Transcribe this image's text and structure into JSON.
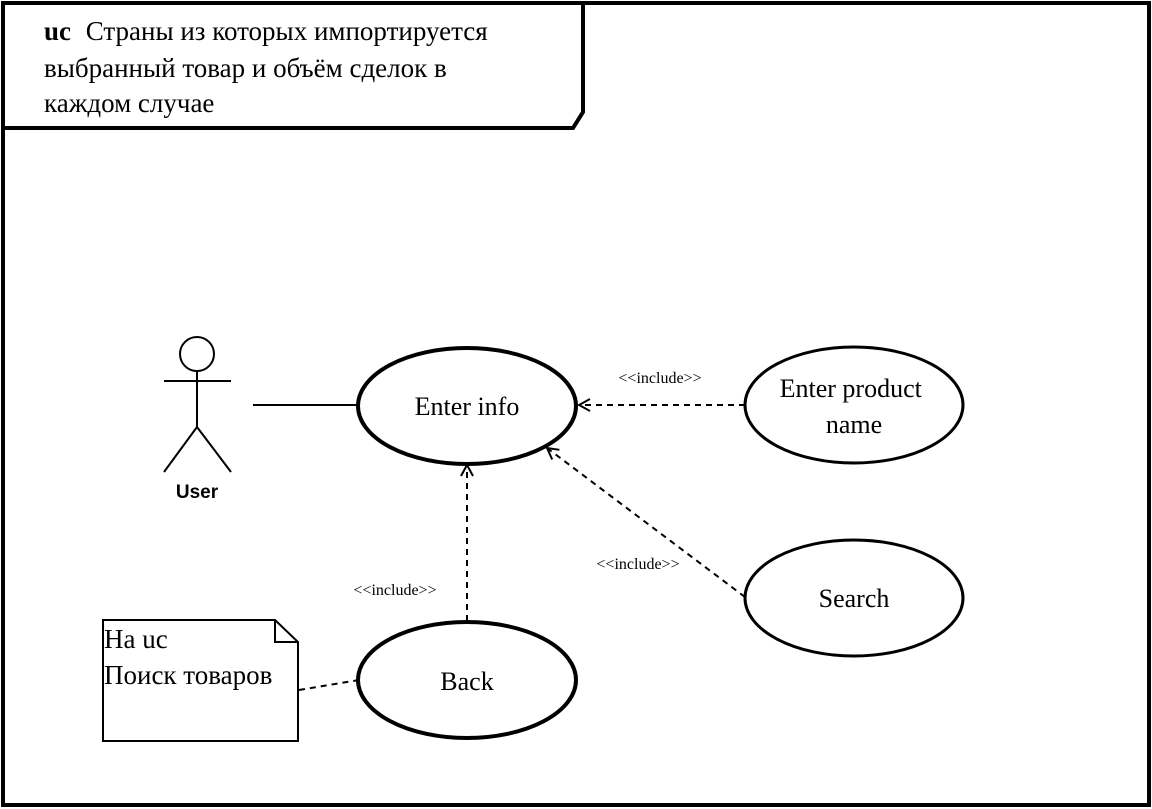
{
  "frame": {
    "keyword": "uc",
    "title_lines": [
      "Страны из которых импортируется",
      "выбранный товар и объём сделок в",
      "каждом случае"
    ]
  },
  "actor": {
    "label": "User"
  },
  "use_cases": {
    "enter_info": {
      "label_lines": [
        "Enter info"
      ]
    },
    "enter_product_name": {
      "label_lines": [
        "Enter product",
        "name"
      ]
    },
    "search": {
      "label_lines": [
        "Search"
      ]
    },
    "back": {
      "label_lines": [
        "Back"
      ]
    }
  },
  "relations": {
    "include_product": "<<include>>",
    "include_search": "<<include>>",
    "include_back": "<<include>>"
  },
  "note": {
    "lines": [
      "На uc",
      "Поиск товаров"
    ]
  }
}
